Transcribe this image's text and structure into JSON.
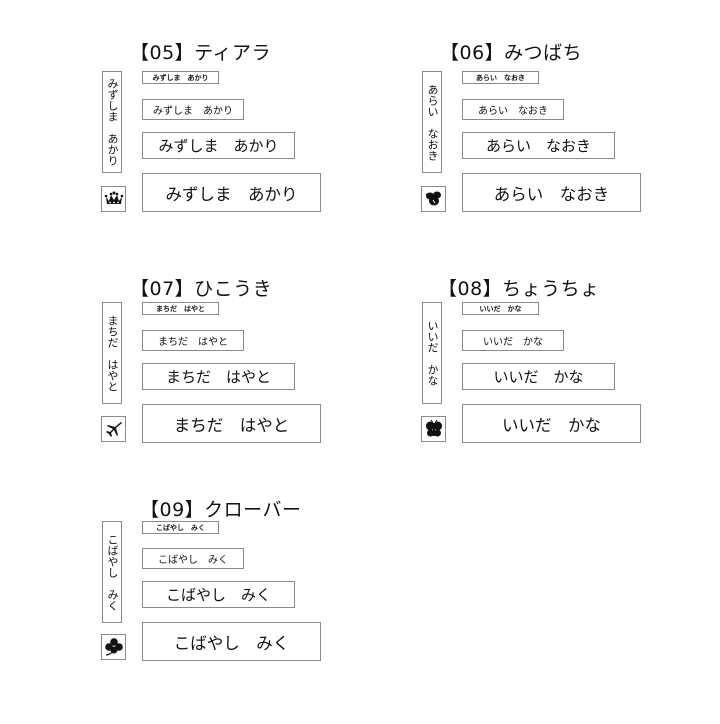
{
  "designs": [
    {
      "title": "【05】ティアラ",
      "name_sizes": [
        "みずしま　あかり",
        "みずしま　あかり",
        "みずしま　あかり",
        "みずしま　あかり"
      ],
      "vertical_label": "みずしま　あかり",
      "icon": "tiara-icon"
    },
    {
      "title": "【06】みつばち",
      "name_sizes": [
        "あらい　なおき",
        "あらい　なおき",
        "あらい　なおき",
        "あらい　なおき"
      ],
      "vertical_label": "あらい　なおき",
      "icon": "bee-icon"
    },
    {
      "title": "【07】ひこうき",
      "name_sizes": [
        "まちだ　はやと",
        "まちだ　はやと",
        "まちだ　はやと",
        "まちだ　はやと"
      ],
      "vertical_label": "まちだ　はやと",
      "icon": "airplane-icon"
    },
    {
      "title": "【08】ちょうちょ",
      "name_sizes": [
        "いいだ　かな",
        "いいだ　かな",
        "いいだ　かな",
        "いいだ　かな"
      ],
      "vertical_label": "いいだ　かな",
      "icon": "butterfly-icon"
    },
    {
      "title": "【09】クローバー",
      "name_sizes": [
        "こばやし　みく",
        "こばやし　みく",
        "こばやし　みく",
        "こばやし　みく"
      ],
      "vertical_label": "こばやし　みく",
      "icon": "clover-icon"
    }
  ],
  "colors": {
    "border": "#8a8a8a",
    "text": "#111111",
    "background": "#ffffff"
  }
}
